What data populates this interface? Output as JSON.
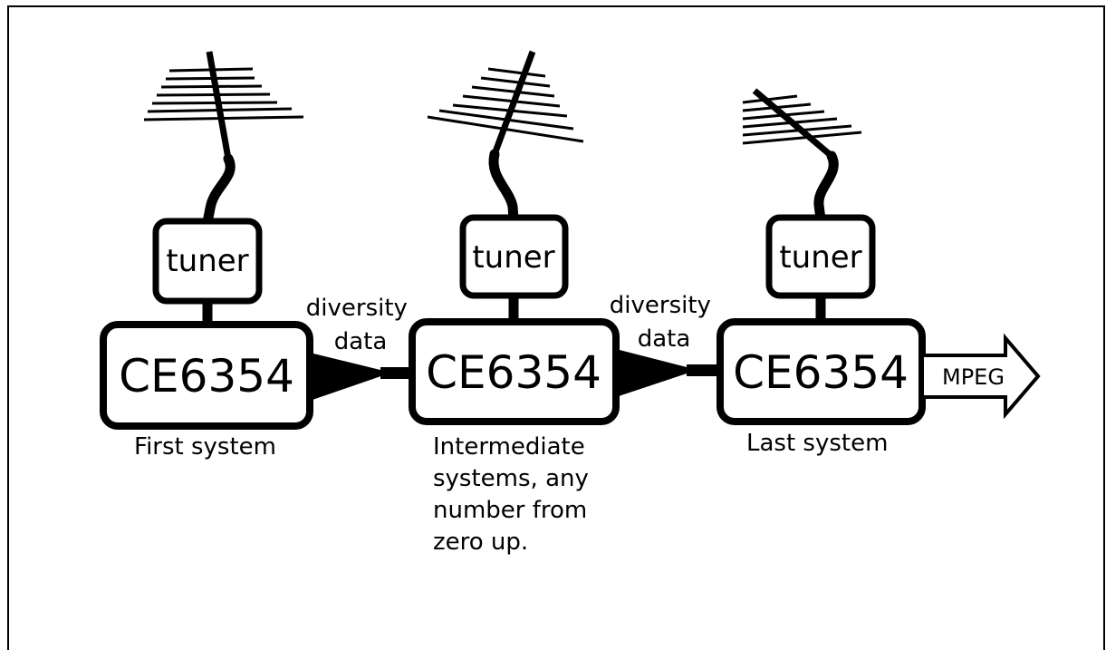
{
  "systems": [
    {
      "chip_label": "CE6354",
      "tuner_label": "tuner",
      "caption_lines": [
        "First system"
      ]
    },
    {
      "chip_label": "CE6354",
      "tuner_label": "tuner",
      "caption_lines": [
        "Intermediate",
        "systems, any",
        "number from",
        "zero up."
      ]
    },
    {
      "chip_label": "CE6354",
      "tuner_label": "tuner",
      "caption_lines": [
        "Last system"
      ]
    }
  ],
  "links": [
    {
      "label_lines": [
        "diversity",
        "data"
      ]
    },
    {
      "label_lines": [
        "diversity",
        "data"
      ]
    }
  ],
  "output": {
    "label": "MPEG"
  },
  "colors": {
    "stroke": "#000000",
    "background": "#ffffff"
  }
}
